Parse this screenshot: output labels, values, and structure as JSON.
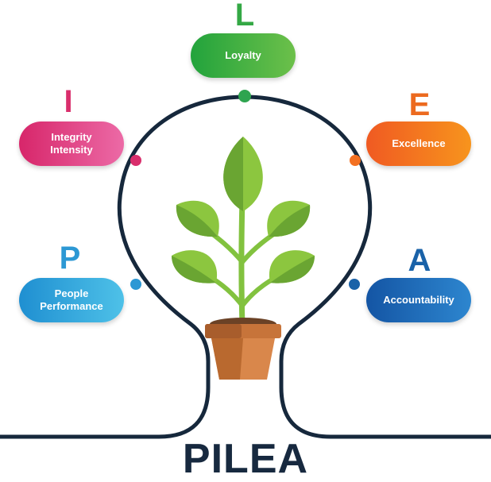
{
  "title": "PILEA",
  "values": {
    "loyalty": {
      "letter": "L",
      "label": "Loyalty",
      "color": "#34a845"
    },
    "integrity": {
      "letter": "I",
      "label_line1": "Integrity",
      "label_line2": "Intensity",
      "color": "#d92e6c"
    },
    "excellence": {
      "letter": "E",
      "label": "Excellence",
      "color": "#ec6a1f"
    },
    "people": {
      "letter": "P",
      "label_line1": "People",
      "label_line2": "Performance",
      "color": "#2c98d4"
    },
    "accountability": {
      "letter": "A",
      "label": "Accountability",
      "color": "#1a62a8"
    }
  },
  "icons": {
    "plant": "potted-plant-icon",
    "bulb": "light-bulb-outline"
  }
}
